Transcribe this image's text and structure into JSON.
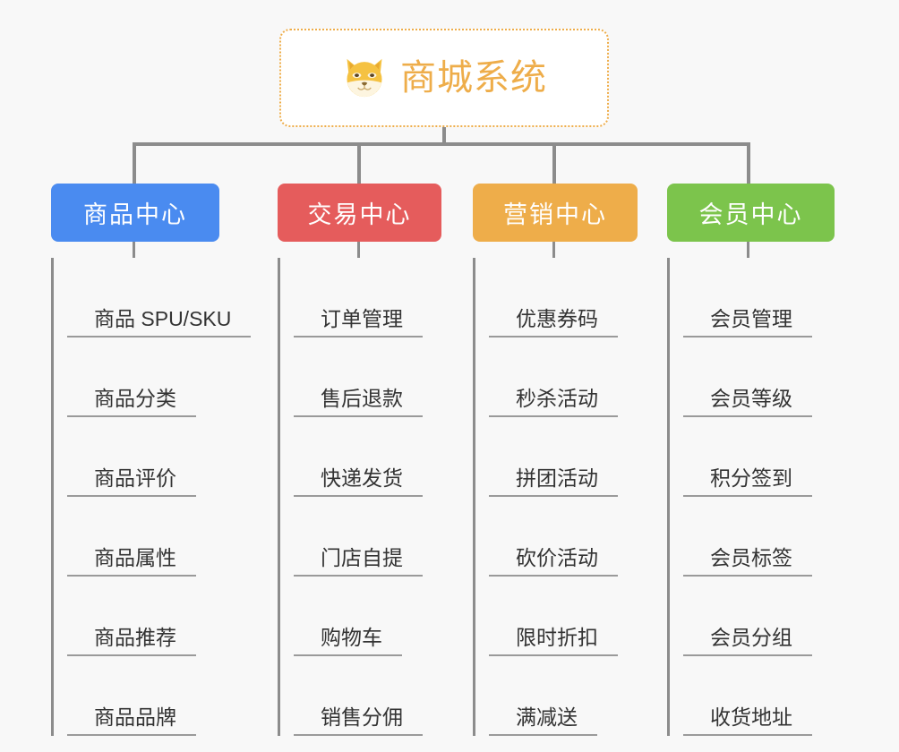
{
  "page": {
    "background_color": "#f8f8f8",
    "type": "mindmap"
  },
  "root": {
    "title": "商城系统",
    "icon": "shiba-dog-emoji",
    "text_color": "#eead4a",
    "border_color": "#eead4a",
    "background_color": "#ffffff"
  },
  "branches": [
    {
      "label": "商品中心",
      "color": "#4a8bf0",
      "items": [
        "商品 SPU/SKU",
        "商品分类",
        "商品评价",
        "商品属性",
        "商品推荐",
        "商品品牌"
      ]
    },
    {
      "label": "交易中心",
      "color": "#e55c5c",
      "items": [
        "订单管理",
        "售后退款",
        "快递发货",
        "门店自提",
        "购物车",
        "销售分佣"
      ]
    },
    {
      "label": "营销中心",
      "color": "#eead4a",
      "items": [
        "优惠券码",
        "秒杀活动",
        "拼团活动",
        "砍价活动",
        "限时折扣",
        "满减送"
      ]
    },
    {
      "label": "会员中心",
      "color": "#7cc44c",
      "items": [
        "会员管理",
        "会员等级",
        "积分签到",
        "会员标签",
        "会员分组",
        "收货地址"
      ]
    }
  ],
  "connector": {
    "color": "#8c8c8c"
  }
}
